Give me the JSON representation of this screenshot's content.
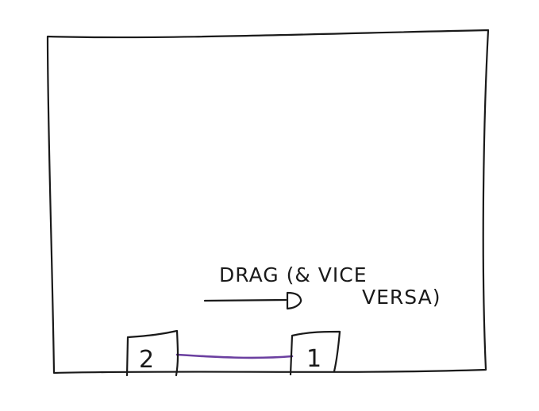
{
  "sketch": {
    "annotation": {
      "line1": "DRAG (& VICE",
      "line2": "VERSA)"
    },
    "boxes": [
      {
        "id": "left",
        "label": "2"
      },
      {
        "id": "right",
        "label": "1"
      }
    ]
  },
  "colors": {
    "ink": "#1a1a1a",
    "connector": "#6b3fa0",
    "background": "#ffffff"
  }
}
